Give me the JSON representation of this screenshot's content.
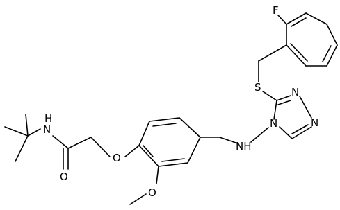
{
  "molecule": {
    "atoms": {
      "f": "F",
      "s": "S",
      "n_triazole_top": "N",
      "n_triazole_right": "N",
      "n_triazole_4": "N",
      "nh_amine": "NH",
      "o_ether": "O",
      "o_methoxy": "O",
      "nh_amide": "H",
      "n_amide": "N",
      "o_carbonyl": "O"
    }
  }
}
